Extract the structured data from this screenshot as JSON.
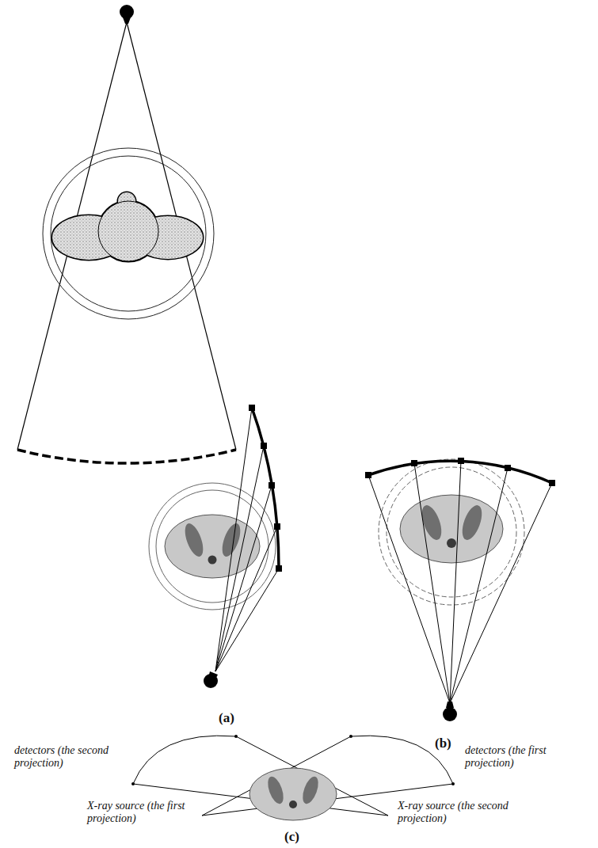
{
  "diagram": {
    "labels": [
      "(a)",
      "(b)",
      "(c)",
      "detectors (the second projection)",
      "detectors (the first projection)",
      "X-ray source (the first projection)",
      "X-ray source (the second projection)"
    ]
  }
}
